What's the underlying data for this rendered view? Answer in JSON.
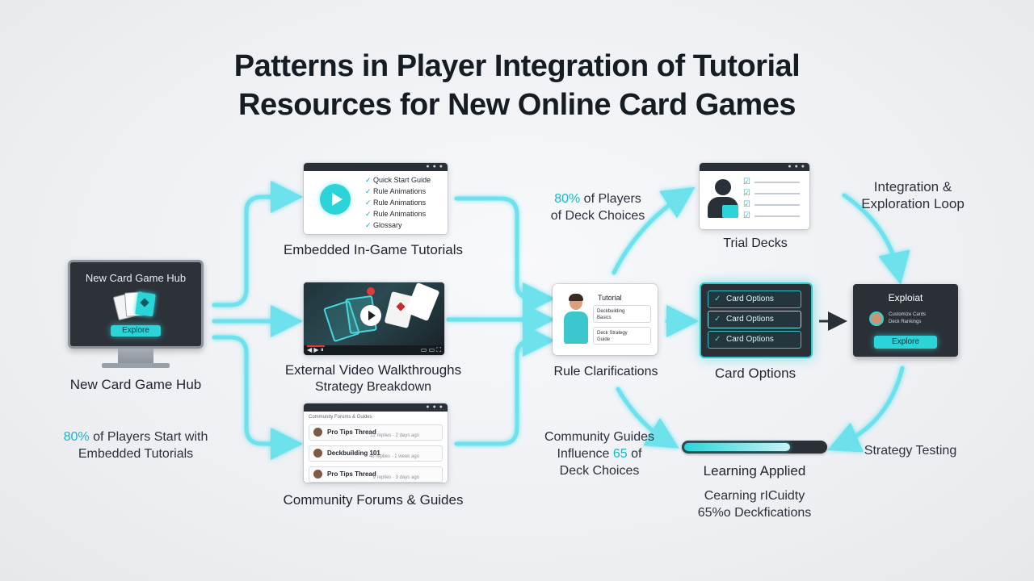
{
  "title_line1": "Patterns in Player Integration of Tutorial",
  "title_line2": "Resources for New Online Card Games",
  "hub": {
    "screen_title": "New Card Game Hub",
    "button": "Explore",
    "caption": "New Card Game Hub",
    "stat_value": "80%",
    "stat_text1": " of Players Start with",
    "stat_text2": "Embedded Tutorials"
  },
  "embedded": {
    "items": [
      "Quick Start Guide",
      "Rule Animations",
      "Rule Animations",
      "Rule Animations",
      "Glossary"
    ],
    "caption": "Embedded In-Game Tutorials"
  },
  "video": {
    "caption1": "External Video Walkthroughs",
    "caption2": "Strategy Breakdown"
  },
  "forum": {
    "header": "Community Forums & Guides",
    "threads": [
      {
        "title": "Pro Tips Thread",
        "meta": "12 replies · 2 days ago"
      },
      {
        "title": "Deckbuilding 101",
        "meta": "48 replies · 1 week ago"
      },
      {
        "title": "Pro Tips Thread",
        "meta": "9 replies · 3 days ago"
      }
    ],
    "caption": "Community Forums & Guides"
  },
  "rules": {
    "panel_title": "Tutorial",
    "row1_line1": "Deckbuilding",
    "row1_line2": "Basics",
    "row2_line1": "Deck Strategy",
    "row2_line2": "Guide",
    "caption": "Rule Clarifications"
  },
  "stat_top": {
    "value": "80%",
    "text1": " of Players",
    "text2": "of Deck Choices"
  },
  "stat_community": {
    "line1": "Community Guides",
    "line2_pre": "Influence ",
    "line2_value": "65",
    "line2_post": " of",
    "line3": "Deck Choices"
  },
  "trial": {
    "caption": "Trial Decks"
  },
  "options": {
    "rows": [
      "Card Options",
      "Card Options",
      "Card Options"
    ],
    "caption": "Card Options"
  },
  "loop": {
    "label_line1": "Integration &",
    "label_line2": "Exploration Loop"
  },
  "exploit": {
    "title": "Exploiat",
    "text1": "Customize Cards",
    "text2": "Deck Rankings",
    "button": "Explore"
  },
  "strategy_testing": "Strategy Testing",
  "learning": {
    "progress": 0.75,
    "caption": "Learning Applied",
    "sub1": "Cearning rICuidty",
    "sub2": "65%o Deckfications"
  },
  "colors": {
    "accent": "#2ad4d8",
    "arrow": "#5fe0ec",
    "dark_panel": "#2b3037"
  }
}
